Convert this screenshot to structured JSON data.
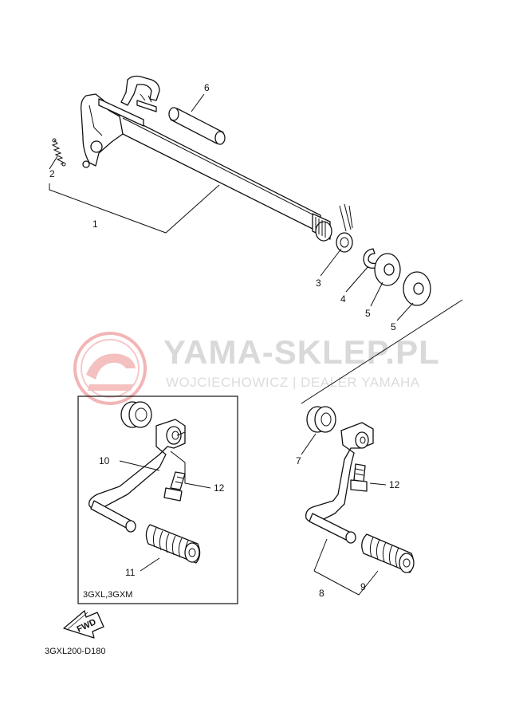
{
  "watermark": {
    "title": "YAMA-SKLEP.PL",
    "subtitle": "WOJCIECHOWICZ | DEALER YAMAHA",
    "color": "#d8d8d8",
    "logo_color": "#f2b5b5"
  },
  "callouts": {
    "c1": "1",
    "c2": "2",
    "c3": "3",
    "c4": "4",
    "c5a": "5",
    "c5b": "5",
    "c6": "6",
    "c7": "7",
    "c8": "8",
    "c9": "9",
    "c10": "10",
    "c11": "11",
    "c12a": "12",
    "c12b": "12"
  },
  "inset_label": "3GXL,3GXM",
  "fwd_label": "FWD",
  "diagram_code": "3GXL200-D180"
}
